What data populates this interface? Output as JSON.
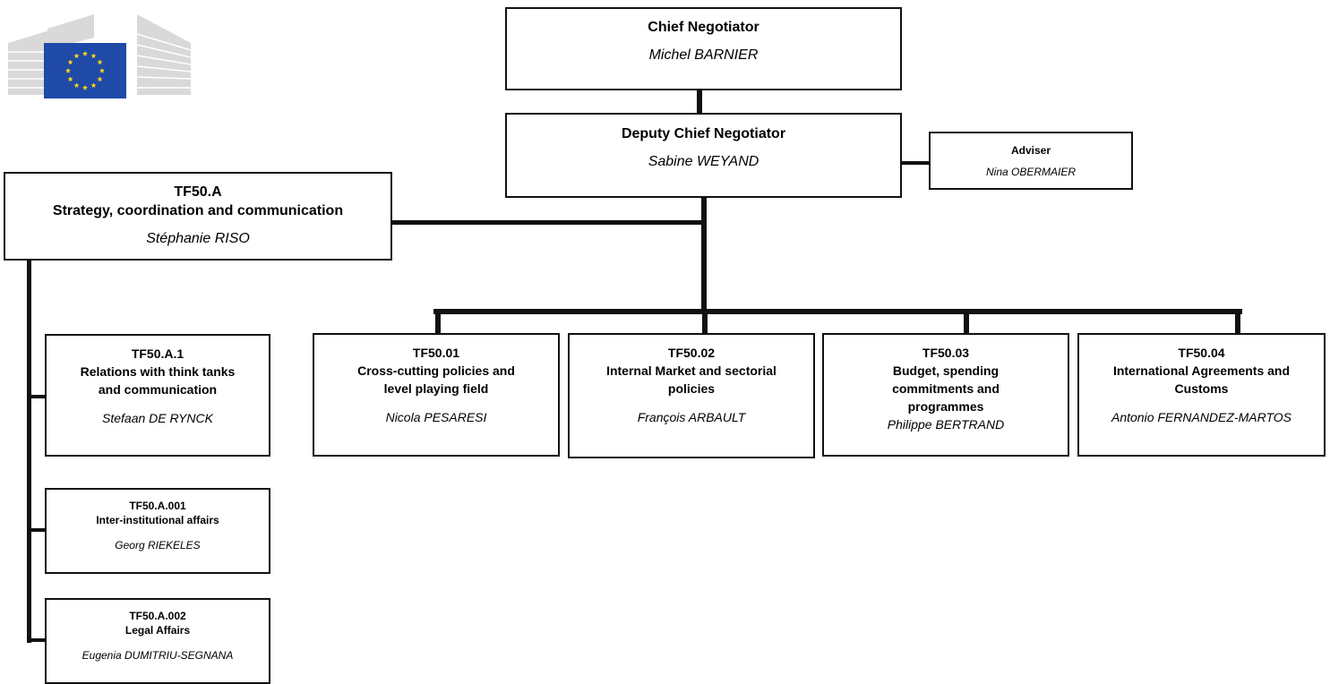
{
  "colors": {
    "eu_blue": "#1f4aa8",
    "eu_star": "#ffd617",
    "line": "#111111",
    "building": "#d9d9d9"
  },
  "logo": {
    "icon": "european-commission-logo-icon"
  },
  "chief": {
    "title": "Chief Negotiator",
    "name": "Michel BARNIER"
  },
  "deputy": {
    "title": "Deputy Chief Negotiator",
    "name": "Sabine WEYAND"
  },
  "adviser": {
    "title": "Adviser",
    "name": "Nina OBERMAIER"
  },
  "tf50a": {
    "code": "TF50.A",
    "title": "Strategy, coordination and communication",
    "name": "Stéphanie RISO"
  },
  "tf50a1": {
    "code": "TF50.A.1",
    "title_1": "Relations with think tanks",
    "title_2": "and communication",
    "name": "Stefaan DE RYNCK"
  },
  "tf50a001": {
    "code": "TF50.A.001",
    "title": "Inter-institutional affairs",
    "name": "Georg RIEKELES"
  },
  "tf50a002": {
    "code": "TF50.A.002",
    "title": "Legal Affairs",
    "name": "Eugenia DUMITRIU-SEGNANA"
  },
  "tf5001": {
    "code": "TF50.01",
    "title_1": "Cross-cutting policies and",
    "title_2": "level playing field",
    "name": "Nicola PESARESI"
  },
  "tf5002": {
    "code": "TF50.02",
    "title_1": "Internal Market and sectorial",
    "title_2": "policies",
    "name": "François ARBAULT"
  },
  "tf5003": {
    "code": "TF50.03",
    "title_1": "Budget, spending",
    "title_2": "commitments and",
    "title_3": "programmes",
    "name": "Philippe BERTRAND"
  },
  "tf5004": {
    "code": "TF50.04",
    "title_1": "International Agreements and",
    "title_2": "Customs",
    "name": "Antonio FERNANDEZ-MARTOS"
  }
}
